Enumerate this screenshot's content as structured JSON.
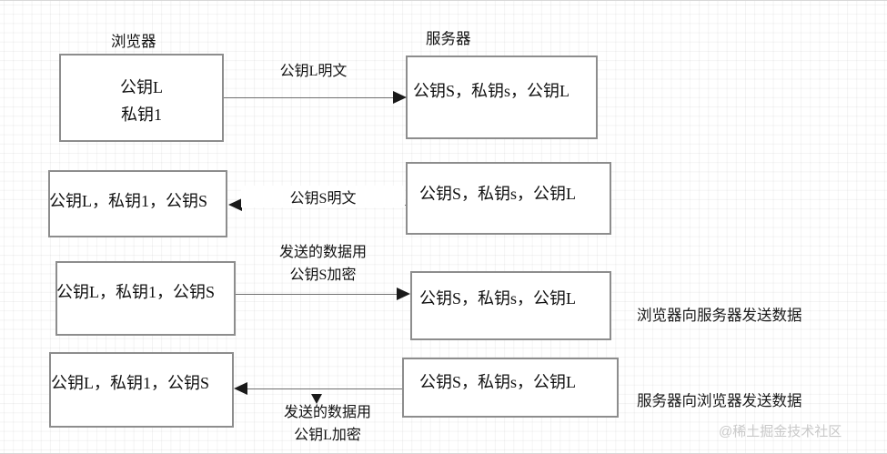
{
  "diagram": {
    "title_left": "浏览器",
    "title_right": "服务器",
    "watermark": "@稀土掘金技术社区",
    "colors": {
      "box_border": "#8d8d8d",
      "arrow": "#707070",
      "arrow_head": "#1a1a1a",
      "text": "#111111",
      "watermark": "#c9c9c9",
      "grid": "#f0f0f0",
      "background": "#ffffff"
    },
    "left_nodes": [
      {
        "id": "browser-step-1",
        "line1": "公钥L",
        "line2": "私钥1"
      },
      {
        "id": "browser-step-2",
        "line1": "公钥L，私钥1，公钥S"
      },
      {
        "id": "browser-step-3",
        "line1": "公钥L，私钥1，公钥S"
      },
      {
        "id": "browser-step-4",
        "line1": "公钥L，私钥1，公钥S"
      }
    ],
    "right_nodes": [
      {
        "id": "server-step-1",
        "line1": "公钥S，私钥s，公钥L"
      },
      {
        "id": "server-step-2",
        "line1": "公钥S，私钥s，公钥L"
      },
      {
        "id": "server-step-3",
        "line1": "公钥S，私钥s，公钥L"
      },
      {
        "id": "server-step-4",
        "line1": "公钥S，私钥s，公钥L"
      }
    ],
    "edges": [
      {
        "id": "edge-public-key-l-plaintext",
        "direction": "right",
        "label_line1": "公钥L明文",
        "label_line2": ""
      },
      {
        "id": "edge-public-key-s-plaintext",
        "direction": "left",
        "label_line1": "公钥S明文",
        "label_line2": ""
      },
      {
        "id": "edge-encrypt-with-public-key-s",
        "direction": "right",
        "label_line1": "发送的数据用",
        "label_line2": "公钥S加密"
      },
      {
        "id": "edge-encrypt-with-public-key-l",
        "direction": "left",
        "label_line1": "发送的数据用",
        "label_line2": "公钥L加密"
      }
    ],
    "side_notes": [
      {
        "id": "note-browser-to-server",
        "text": "浏览器向服务器发送数据"
      },
      {
        "id": "note-server-to-browser",
        "text": "服务器向浏览器发送数据"
      }
    ]
  }
}
